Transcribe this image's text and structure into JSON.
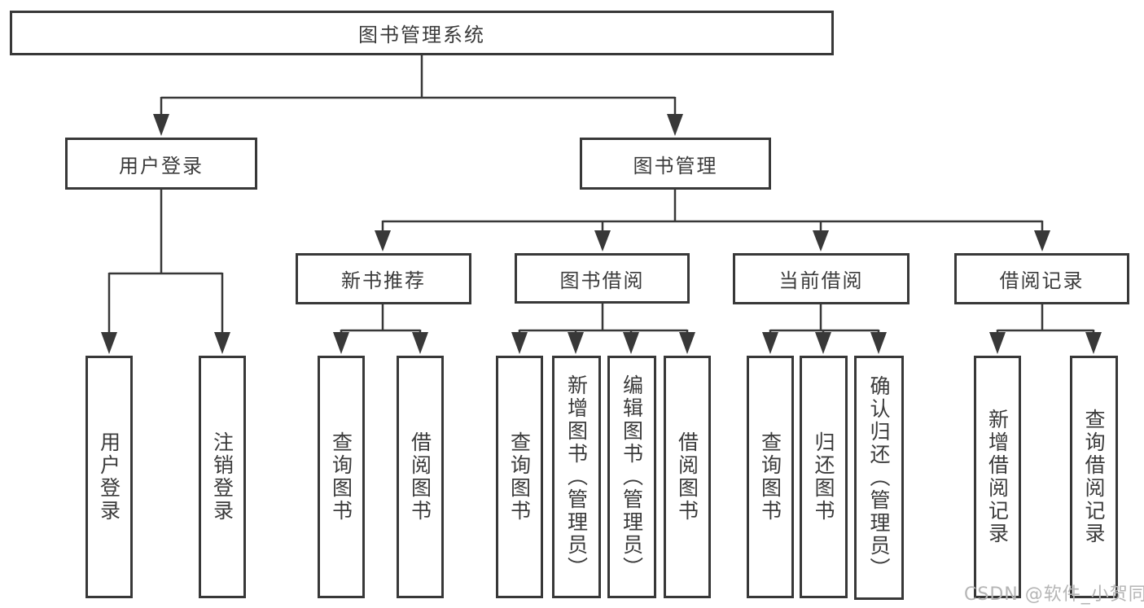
{
  "diagram": {
    "title_node": {
      "label": "图书管理系统"
    },
    "level2": {
      "user_login": {
        "label": "用户登录"
      },
      "book_management": {
        "label": "图书管理"
      }
    },
    "level3": {
      "new_book_recommend": {
        "label": "新书推荐"
      },
      "book_borrow": {
        "label": "图书借阅"
      },
      "current_borrow": {
        "label": "当前借阅"
      },
      "borrow_record": {
        "label": "借阅记录"
      }
    },
    "leaves": {
      "user_login": {
        "label": "用户登录"
      },
      "logout": {
        "label": "注销登录"
      },
      "rec_query_book": {
        "label": "查询图书"
      },
      "rec_borrow_book": {
        "label": "借阅图书"
      },
      "bb_query_book": {
        "label": "查询图书"
      },
      "bb_add_book": {
        "label": "新增图书（管理员）"
      },
      "bb_edit_book": {
        "label": "编辑图书（管理员）"
      },
      "bb_borrow_book": {
        "label": "借阅图书"
      },
      "cb_query_book": {
        "label": "查询图书"
      },
      "cb_return_book": {
        "label": "归还图书"
      },
      "cb_confirm_return": {
        "label": "确认归还（管理员）"
      },
      "br_add_record": {
        "label": "新增借阅记录"
      },
      "br_query_record": {
        "label": "查询借阅记录"
      }
    },
    "watermark": "CSDN @软件_小贺同学",
    "colors": {
      "line": "#383838",
      "text": "#3b3b3b",
      "background": "#ffffff",
      "watermark": "#b5b5b5"
    }
  }
}
